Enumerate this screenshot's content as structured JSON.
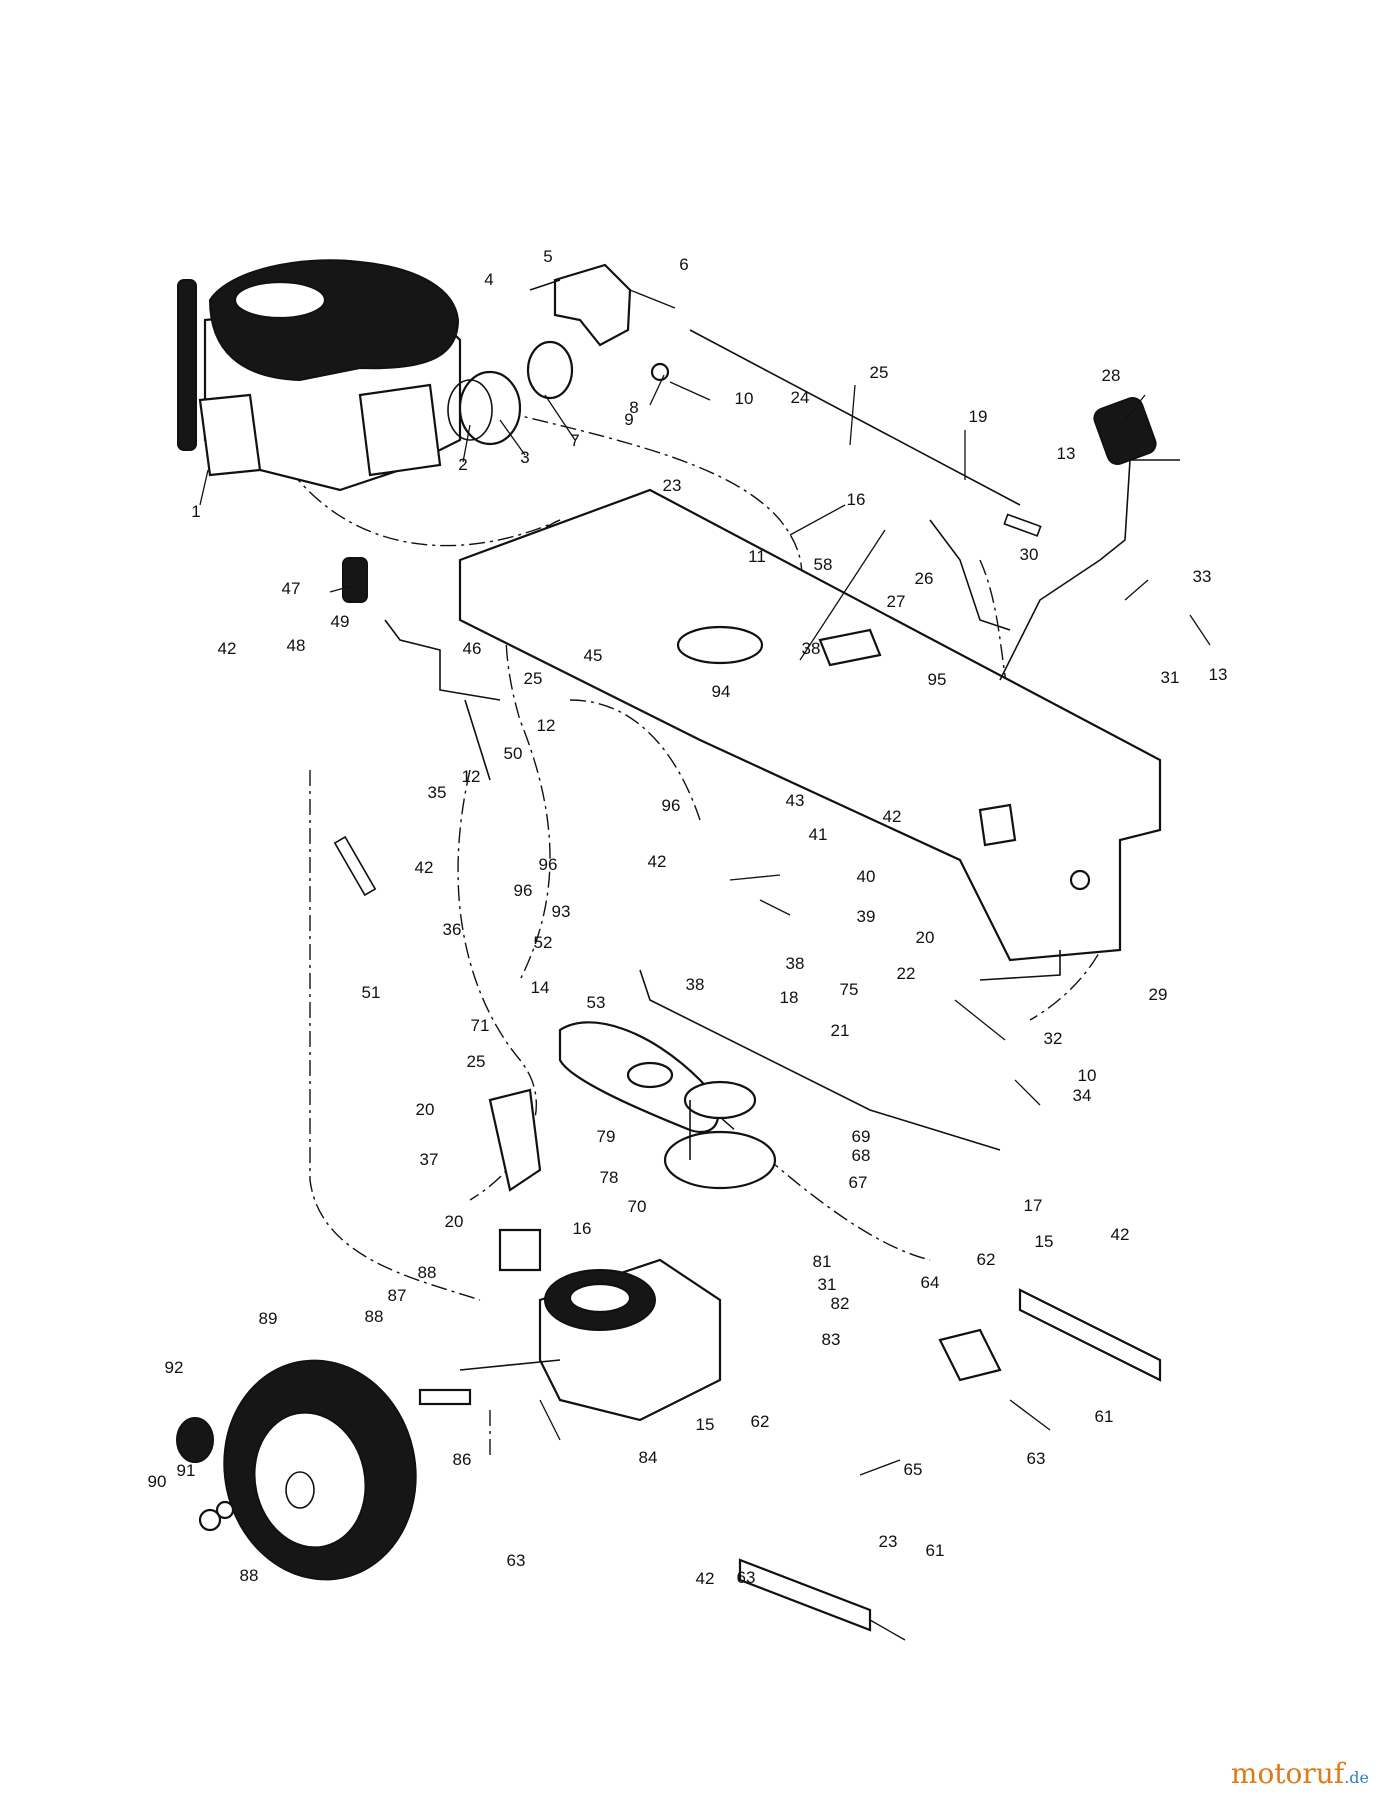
{
  "callouts": [
    "1",
    "2",
    "3",
    "4",
    "5",
    "6",
    "7",
    "8",
    "9",
    "10",
    "11",
    "12",
    "13",
    "14",
    "15",
    "16",
    "17",
    "18",
    "19",
    "20",
    "21",
    "22",
    "23",
    "24",
    "25",
    "26",
    "27",
    "28",
    "29",
    "30",
    "31",
    "32",
    "33",
    "34",
    "35",
    "36",
    "37",
    "38",
    "39",
    "40",
    "41",
    "42",
    "43",
    "45",
    "46",
    "47",
    "48",
    "49",
    "50",
    "51",
    "52",
    "53",
    "58",
    "61",
    "62",
    "63",
    "64",
    "65",
    "67",
    "68",
    "69",
    "70",
    "71",
    "75",
    "78",
    "79",
    "81",
    "82",
    "83",
    "84",
    "86",
    "87",
    "88",
    "89",
    "90",
    "91",
    "92",
    "93",
    "94",
    "95",
    "96"
  ],
  "watermark": {
    "brand": "motoruf",
    "domain": ".de"
  },
  "colors": {
    "line": "#111111",
    "brand": "#e07a18",
    "domain": "#2d7fc1"
  }
}
